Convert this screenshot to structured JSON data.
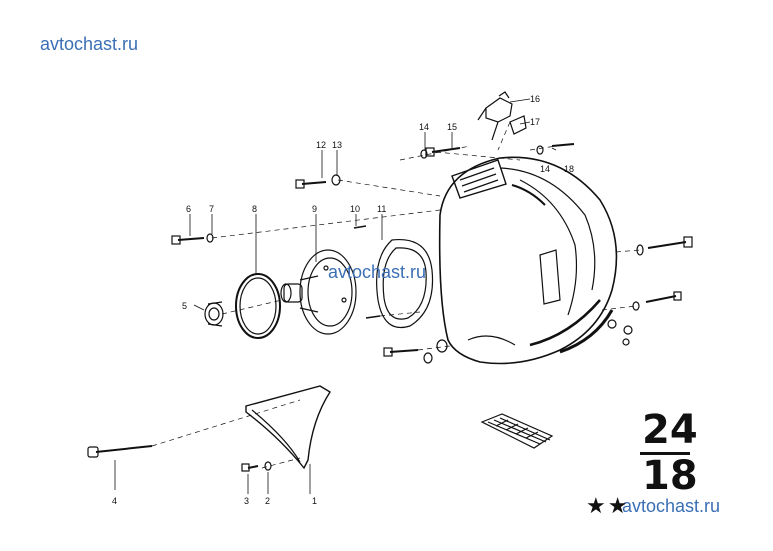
{
  "watermark": {
    "top_left": "avtochast.ru",
    "center": "avtochast.ru",
    "bottom_right": "avtochast.ru"
  },
  "page_code": {
    "top": "24",
    "bottom": "18"
  },
  "stars": "★★",
  "part_labels": [
    "1",
    "2",
    "3",
    "4",
    "5",
    "6",
    "7",
    "8",
    "9",
    "10",
    "11",
    "12",
    "13",
    "14",
    "15",
    "16",
    "17",
    "18",
    "14"
  ],
  "colors": {
    "ink": "#111111",
    "watermark": "#3b6fb5"
  }
}
